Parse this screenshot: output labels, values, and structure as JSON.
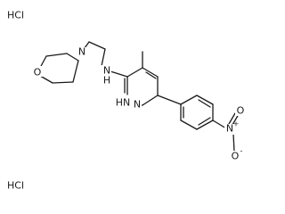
{
  "salt_labels": [
    "HCl",
    "HCl"
  ],
  "atom_labels": {
    "morpholine_oxygen": "O",
    "morpholine_nitrogen": "N",
    "amine_nitrogen": "N",
    "amine_hydrogen": "H",
    "ring_nh": "HN",
    "ring_n": "N",
    "nitro_nitrogen": "N",
    "nitro_plus": "+",
    "nitro_oxygen_top": "O",
    "nitro_oxygen_minus": "O",
    "nitro_minus": "-"
  }
}
